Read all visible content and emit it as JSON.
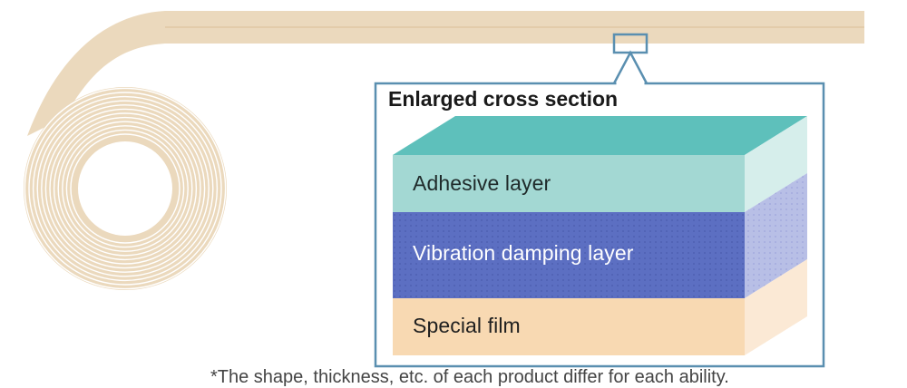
{
  "panel": {
    "title": "Enlarged cross section"
  },
  "layers": [
    {
      "label": "Adhesive layer",
      "color": "#a3d8d3",
      "top_color": "#5ec0bb",
      "side_color": "#d6eeeb",
      "text_color": "#1f2a2a"
    },
    {
      "label": "Vibration damping layer",
      "color": "#5c6fc2",
      "side_color": "#b8bfe6",
      "text_color": "#ffffff",
      "pattern": "dots"
    },
    {
      "label": "Special film",
      "color": "#f8d9b2",
      "side_color": "#fbe9d5",
      "text_color": "#1f1f1f"
    }
  ],
  "roll": {
    "color": "#ebd9bd",
    "line_color": "#ffffff"
  },
  "frame_color": "#5a8fb0",
  "footnote": "*The shape, thickness, etc. of each product differ for each ability."
}
